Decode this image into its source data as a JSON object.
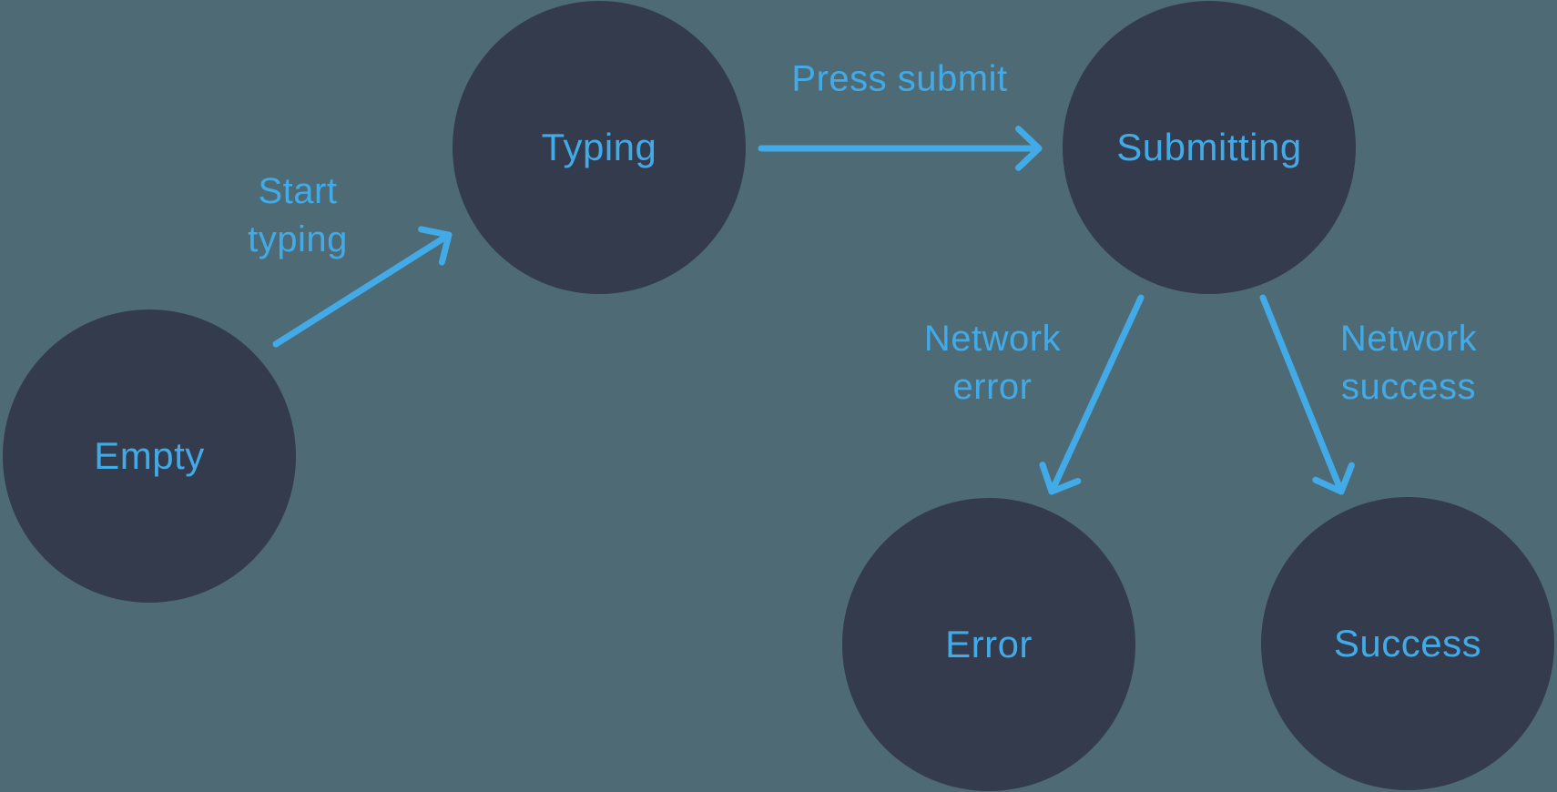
{
  "diagram": {
    "states": [
      {
        "id": "empty",
        "label": "Empty"
      },
      {
        "id": "typing",
        "label": "Typing"
      },
      {
        "id": "submitting",
        "label": "Submitting"
      },
      {
        "id": "error",
        "label": "Error"
      },
      {
        "id": "success",
        "label": "Success"
      }
    ],
    "transitions": [
      {
        "id": "start-typing",
        "label": "Start\ntyping",
        "from": "Empty",
        "to": "Typing"
      },
      {
        "id": "press-submit",
        "label": "Press submit",
        "from": "Typing",
        "to": "Submitting"
      },
      {
        "id": "network-error",
        "label": "Network\nerror",
        "from": "Submitting",
        "to": "Error"
      },
      {
        "id": "network-success",
        "label": "Network\nsuccess",
        "from": "Submitting",
        "to": "Success"
      }
    ]
  },
  "colors": {
    "background": "#4d6a75",
    "state_fill": "#333b4c",
    "accent": "#43aae8"
  }
}
